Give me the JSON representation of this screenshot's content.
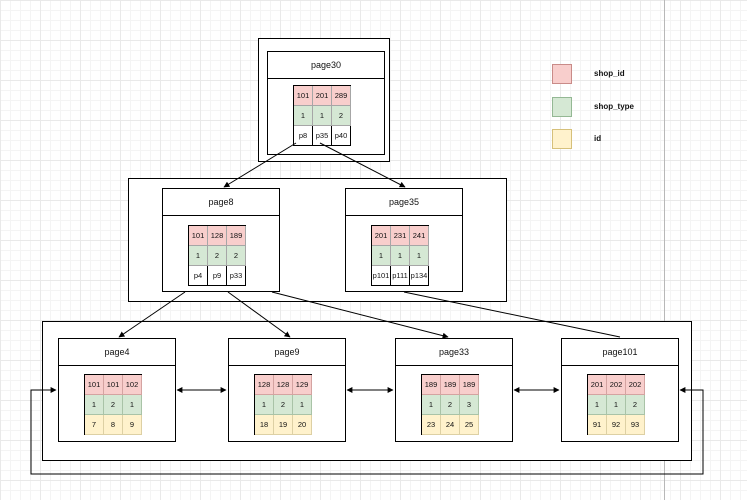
{
  "legend": [
    {
      "label": "shop_id",
      "color": "#f8cecc"
    },
    {
      "label": "shop_type",
      "color": "#d5e8d4"
    },
    {
      "label": "id",
      "color": "#fff2cc"
    }
  ],
  "root": {
    "title": "page30",
    "shop_id": [
      "101",
      "201",
      "289"
    ],
    "shop_type": [
      "1",
      "1",
      "2"
    ],
    "pointers": [
      "p8",
      "p35",
      "p40"
    ]
  },
  "internal": [
    {
      "title": "page8",
      "shop_id": [
        "101",
        "128",
        "189"
      ],
      "shop_type": [
        "1",
        "2",
        "2"
      ],
      "pointers": [
        "p4",
        "p9",
        "p33"
      ]
    },
    {
      "title": "page35",
      "shop_id": [
        "201",
        "231",
        "241"
      ],
      "shop_type": [
        "1",
        "1",
        "1"
      ],
      "pointers": [
        "p101",
        "p111",
        "p134"
      ]
    }
  ],
  "leaves": [
    {
      "title": "page4",
      "shop_id": [
        "101",
        "101",
        "102"
      ],
      "shop_type": [
        "1",
        "2",
        "1"
      ],
      "id": [
        "7",
        "8",
        "9"
      ]
    },
    {
      "title": "page9",
      "shop_id": [
        "128",
        "128",
        "129"
      ],
      "shop_type": [
        "1",
        "2",
        "1"
      ],
      "id": [
        "18",
        "19",
        "20"
      ]
    },
    {
      "title": "page33",
      "shop_id": [
        "189",
        "189",
        "189"
      ],
      "shop_type": [
        "1",
        "2",
        "3"
      ],
      "id": [
        "23",
        "24",
        "25"
      ]
    },
    {
      "title": "page101",
      "shop_id": [
        "201",
        "202",
        "202"
      ],
      "shop_type": [
        "1",
        "1",
        "2"
      ],
      "id": [
        "91",
        "92",
        "93"
      ]
    }
  ]
}
